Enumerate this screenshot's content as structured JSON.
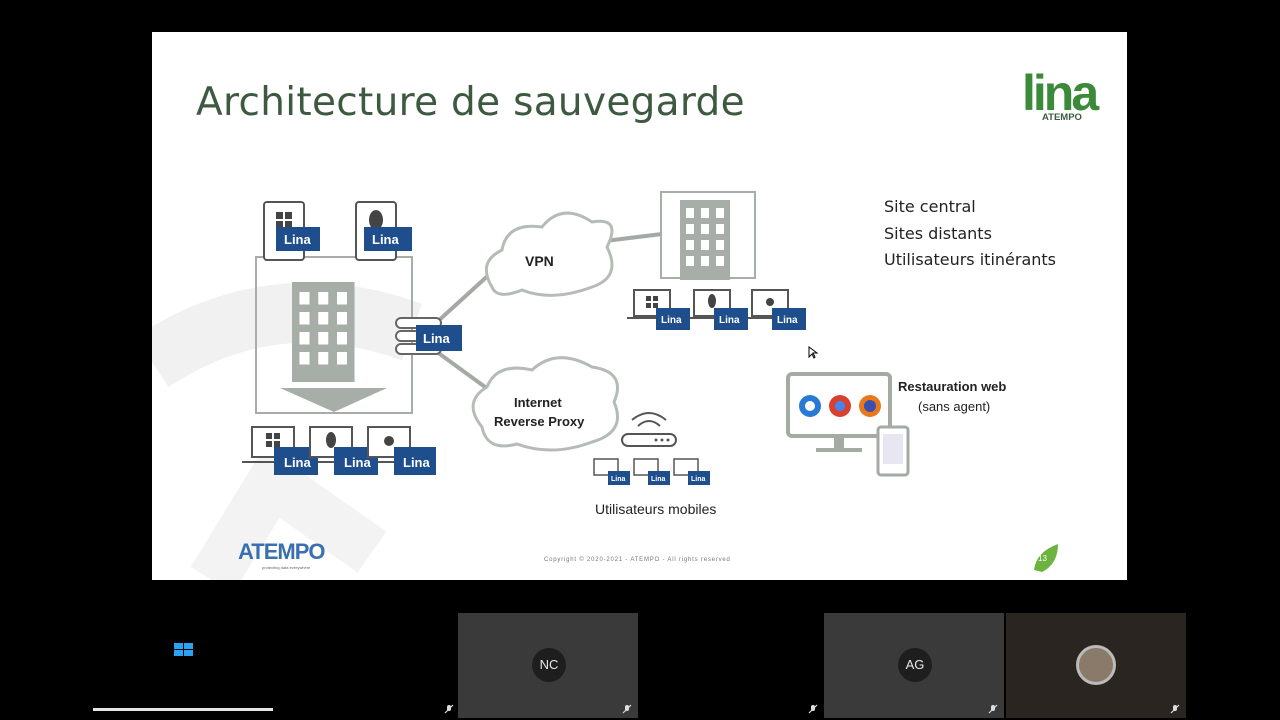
{
  "slide": {
    "title": "Architecture de sauvegarde",
    "brand_logo": {
      "word": "lina",
      "sub": "ATEMPO"
    },
    "bullets": [
      "Site central",
      "Sites distants",
      "Utilisateurs itinérants"
    ],
    "clouds": {
      "vpn": "VPN",
      "proxy_line1": "Internet",
      "proxy_line2": "Reverse Proxy"
    },
    "agent_label": "Lina",
    "mobile_users": "Utilisateurs mobiles",
    "web_restore": {
      "title": "Restauration web",
      "subtitle": "(sans agent)"
    },
    "footer_logo": {
      "word": "ATEMPO",
      "tagline": "protecting data everywhere"
    },
    "copyright": "Copyright © 2020-2021 - ATEMPO - All rights reserved",
    "page_number": "13"
  },
  "participants": [
    {
      "initials": "NC"
    },
    {
      "initials": "AG"
    }
  ],
  "colors": {
    "green_title": "#3d5a40",
    "lina_blue": "#1f4e8c",
    "lina_green": "#3a8a3a",
    "building_gray": "#aab0aa",
    "leaf_green": "#6cb33f"
  }
}
